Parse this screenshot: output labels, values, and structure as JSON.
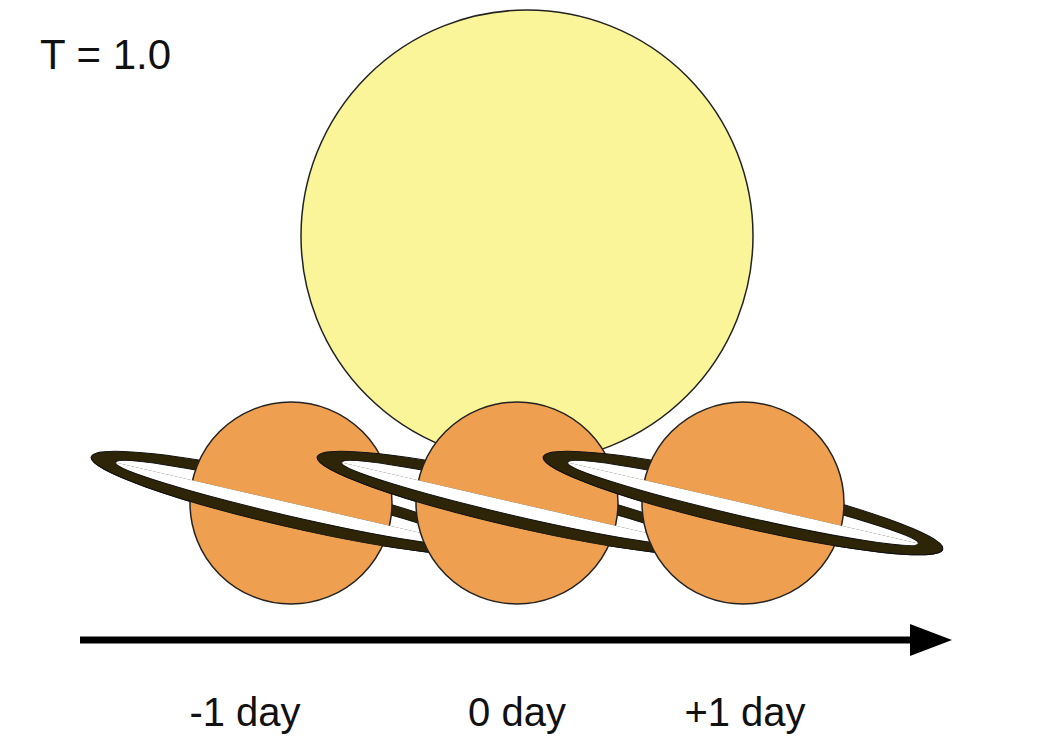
{
  "diagram": {
    "labels": [
      "T = 1.0",
      "-1 day",
      "0 day",
      "+1 day"
    ]
  }
}
